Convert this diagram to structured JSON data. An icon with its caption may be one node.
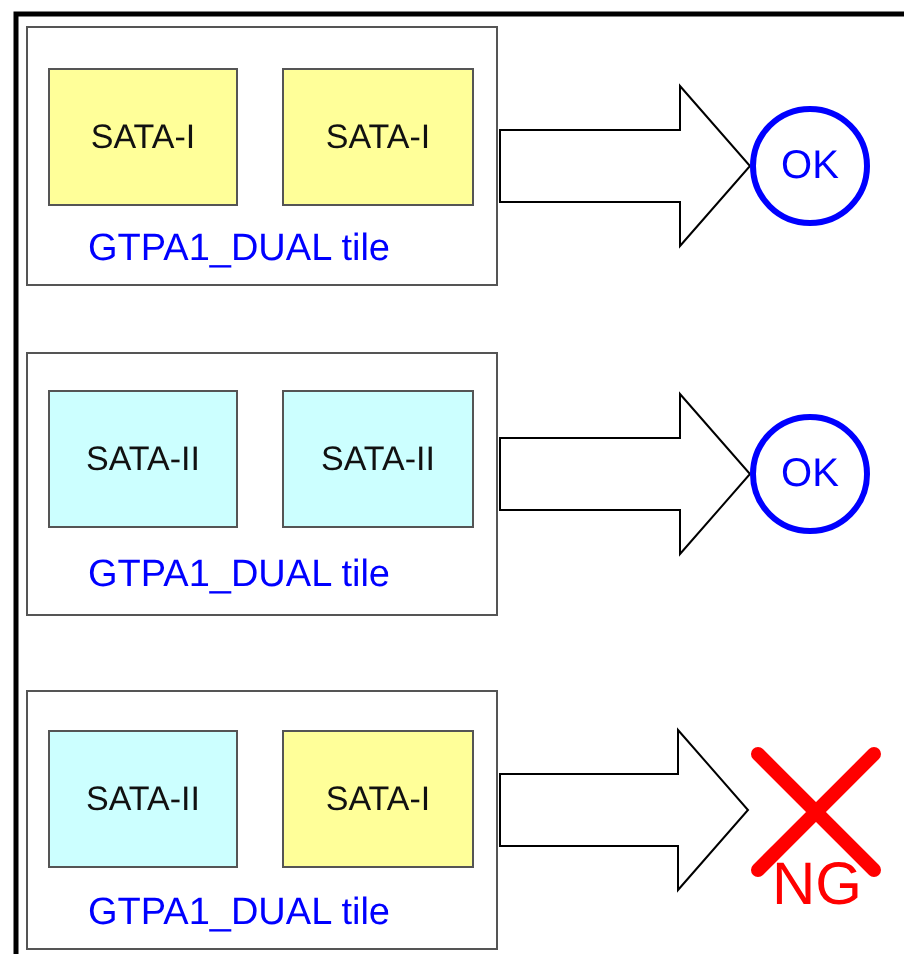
{
  "diagram": {
    "nodes": [
      {
        "text": [
          "GTPA1_DUAL tile"
        ]
      },
      {
        "text": [
          "SATA-I"
        ],
        "in": 0
      },
      {
        "text": [
          "SATA-I"
        ],
        "in": 0
      },
      {
        "text": [
          "OK"
        ]
      },
      {
        "text": [
          "GTPA1_DUAL tile"
        ]
      },
      {
        "text": [
          "SATA-II"
        ],
        "in": 4
      },
      {
        "text": [
          "SATA-II"
        ],
        "in": 4
      },
      {
        "text": [
          "OK"
        ]
      },
      {
        "text": [
          "GTPA1_DUAL tile"
        ]
      },
      {
        "text": [
          "SATA-II"
        ],
        "in": 8
      },
      {
        "text": [
          "SATA-I"
        ],
        "in": 8
      },
      {
        "text": [
          "NG"
        ]
      }
    ],
    "edges": [
      {
        "from": 0,
        "to": 3,
        "arrow": "to"
      },
      {
        "from": 4,
        "to": 7,
        "arrow": "to"
      },
      {
        "from": 8,
        "to": 11,
        "arrow": "to"
      }
    ]
  }
}
